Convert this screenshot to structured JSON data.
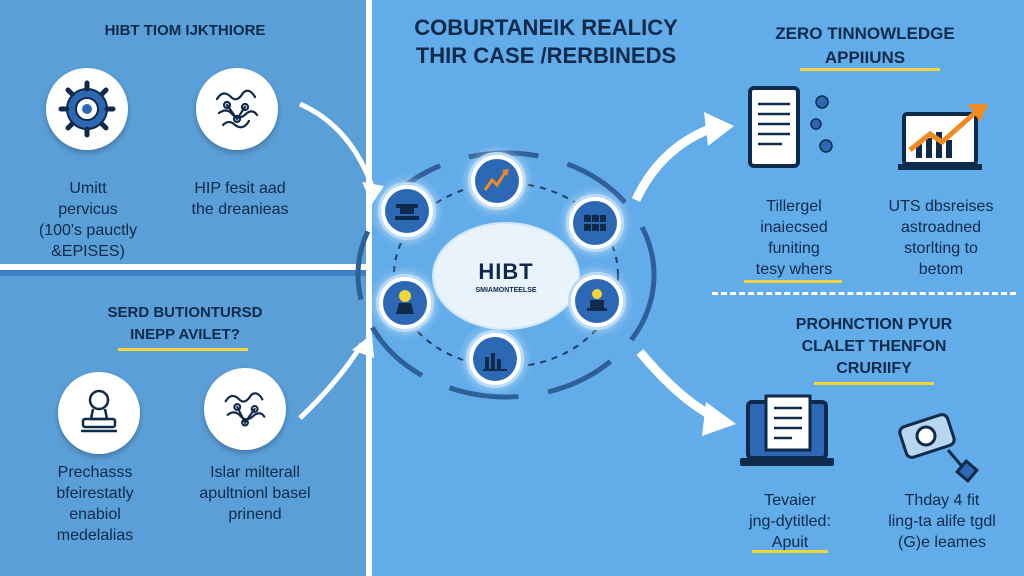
{
  "left_top": {
    "heading": "HIBT TIOM IJKTHIORE",
    "items": [
      {
        "icon": "gear-icon",
        "text": [
          "Umitt",
          "pervicus",
          "(100's pauctly",
          "&EPISES)"
        ]
      },
      {
        "icon": "scribble-network-icon",
        "text": [
          "HIP fesit aad",
          "the dreanieas"
        ]
      }
    ]
  },
  "left_bottom": {
    "heading": [
      "SERD BUTIONTURSD",
      "INEPP AVILET?"
    ],
    "items": [
      {
        "icon": "person-stamp-icon",
        "text": [
          "Prechasss",
          "bfeirestatly",
          "enabiol",
          "medelalias"
        ]
      },
      {
        "icon": "scribble-network-icon",
        "text": [
          "Islar milterall",
          "apultnionl basel",
          "prinend"
        ]
      }
    ]
  },
  "center": {
    "heading": [
      "COBURTANEIK REALICY",
      "THIR CASE /RERBINEDS"
    ],
    "hub_title": "HIBT",
    "hub_subtitle": "SMIAMONTEELSE"
  },
  "right_top": {
    "heading": [
      "ZERO TINNOWLEDGE",
      "APPIIUNS"
    ],
    "items": [
      {
        "icon": "tablet-document-icon",
        "text": [
          "Tillergel",
          "inaiecsed",
          "funiting",
          "tesy whers"
        ]
      },
      {
        "icon": "laptop-chart-icon",
        "text": [
          "UTS dbsreises",
          "astroadned",
          "storlting to",
          "betom"
        ]
      }
    ]
  },
  "right_bottom": {
    "heading": [
      "PROHNCTION PYUR",
      "CLALET THENFON",
      "CRURIIFY"
    ],
    "items": [
      {
        "icon": "laptop-document-icon",
        "text": [
          "Tevaier",
          "jng-dytitled:",
          "Apuit"
        ]
      },
      {
        "icon": "camera-tool-icon",
        "text": [
          "Thday 4 fit",
          "ling-ta alife tgdl",
          "(G)e leames"
        ]
      }
    ]
  },
  "colors": {
    "panel_blue": "#5b9fd8",
    "right_blue": "#62acea",
    "navy": "#0f2a4a",
    "accent_yellow": "#f2d43b",
    "accent_orange": "#f08a24"
  }
}
